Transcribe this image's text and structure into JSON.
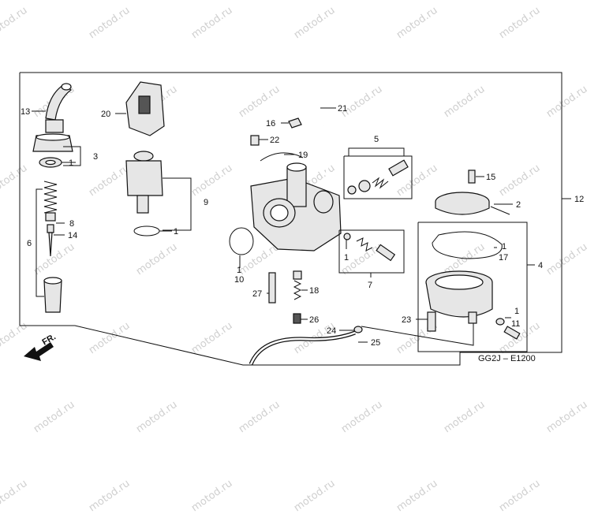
{
  "watermark": "motod.ru",
  "diagram_code": "GG2J – E1200",
  "front_label": "FR.",
  "callouts": {
    "n13": "13",
    "n3": "3",
    "n1a": "1",
    "n8": "8",
    "n14": "14",
    "n6": "6",
    "n20": "20",
    "n9": "9",
    "n1b": "1",
    "n16": "16",
    "n22": "22",
    "n19": "19",
    "n21": "21",
    "n10": "10",
    "n1c": "1",
    "n27": "27",
    "n18": "18",
    "n26": "26",
    "n24": "24",
    "n25": "25",
    "n5": "5",
    "n7": "7",
    "n1d": "1",
    "n15": "15",
    "n2": "2",
    "n12": "12",
    "n1e": "1",
    "n17": "17",
    "n4": "4",
    "n23": "23",
    "n1f": "1",
    "n11": "11"
  }
}
